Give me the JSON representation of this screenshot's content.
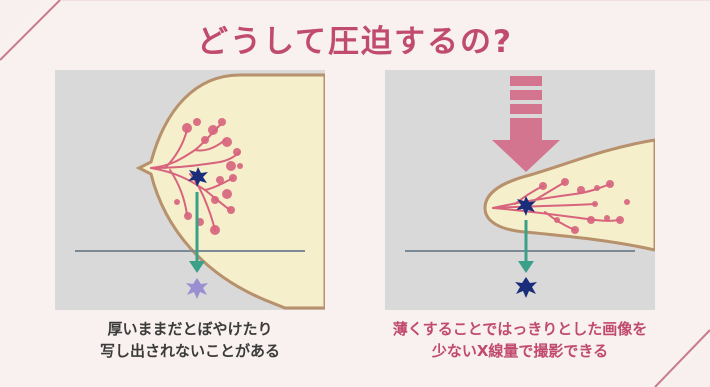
{
  "title": "どうして圧迫するの?",
  "left_panel": {
    "caption_line1": "厚いままだとぼやけたり",
    "caption_line2": "写し出されないことがある"
  },
  "right_panel": {
    "caption_line1": "薄くすることではっきりとした画像を",
    "caption_line2": "少ないX線量で撮影できる"
  },
  "colors": {
    "title": "#c04b6f",
    "frame": "#c97b8e",
    "panel_bg": "#d9d9d9",
    "breast": "#f6efcb",
    "outline": "#b7906c",
    "tissue": "#d7637d",
    "lesion": "#1a2d7a",
    "lesion_blurred": "#9a8fd0",
    "arrow_green": "#3aa087",
    "press_arrow": "#d47590",
    "caption_left": "#3b3b3b",
    "caption_right": "#c04b6f"
  }
}
